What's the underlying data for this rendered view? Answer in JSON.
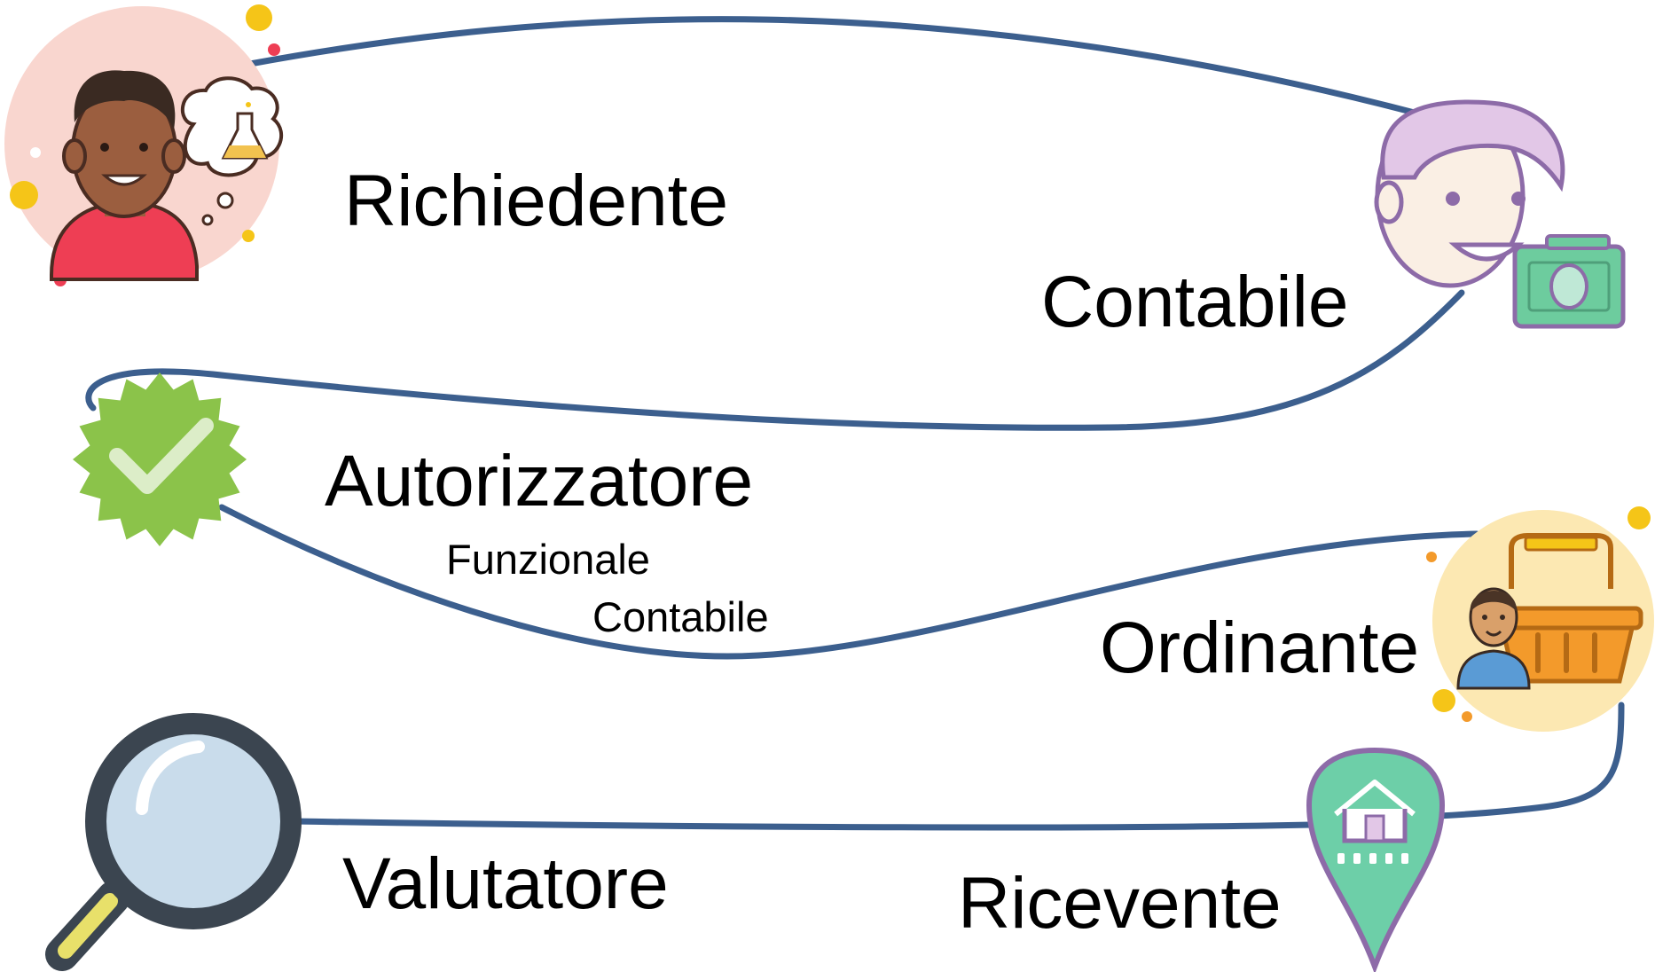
{
  "colors": {
    "path": "#3C5F8E",
    "requester_bg": "#F9D6CF",
    "requester_shirt": "#EE3E54",
    "skin_dark": "#9B5E3F",
    "hair_dark": "#3A2A22",
    "flask_liquid": "#F2C24F",
    "accountant_outline": "#8D6BA8",
    "accountant_skin": "#FAEFE4",
    "accountant_hair": "#E2C7E7",
    "money": "#6DCC9E",
    "approve_badge": "#8BC34A",
    "approve_check": "#DCEDC8",
    "buyer_bg": "#FCE8B2",
    "basket": "#F39A2B",
    "buyer_shirt": "#5A9BD5",
    "receiver_pin": "#6DCFA8",
    "receiver_outline": "#8D6BA8",
    "magnifier_frame": "#3B4550",
    "magnifier_glass": "#C9DCEB",
    "magnifier_handle": "#E8E06A"
  },
  "roles": {
    "requester": {
      "label": "Richiedente",
      "icon": "requester-scientist-icon"
    },
    "accountant": {
      "label": "Contabile",
      "icon": "accountant-money-icon"
    },
    "authorizer": {
      "label": "Autorizzatore",
      "icon": "approval-badge-icon",
      "sub_functional": "Funzionale",
      "sub_accounting": "Contabile"
    },
    "buyer": {
      "label": "Ordinante",
      "icon": "buyer-basket-icon"
    },
    "receiver": {
      "label": "Ricevente",
      "icon": "warehouse-pin-icon"
    },
    "evaluator": {
      "label": "Valutatore",
      "icon": "magnifier-icon"
    }
  }
}
